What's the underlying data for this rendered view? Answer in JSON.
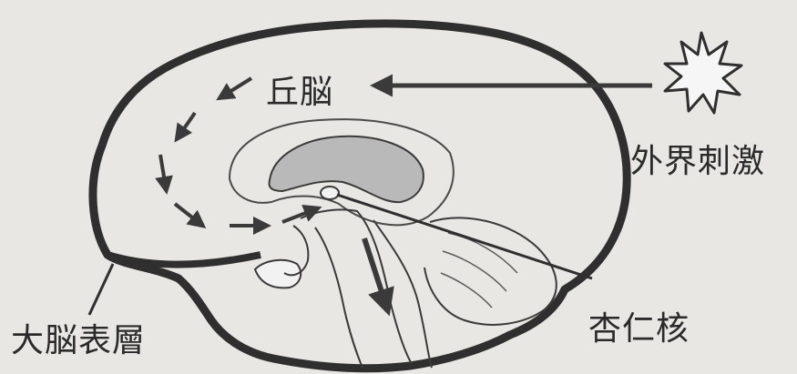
{
  "labels": {
    "thalamus": "丘脳",
    "external_stimulus": "外界刺激",
    "cerebral_cortex": "大脳表層",
    "amygdala": "杏仁核"
  },
  "colors": {
    "background": "#e9e7e3",
    "outline": "#2f2f2f",
    "inner_line": "#3a3a3a",
    "region_fill": "#b9b9b9",
    "arrow": "#3a3a3a"
  },
  "icons": {
    "stimulus": "eight-point-star-icon"
  }
}
